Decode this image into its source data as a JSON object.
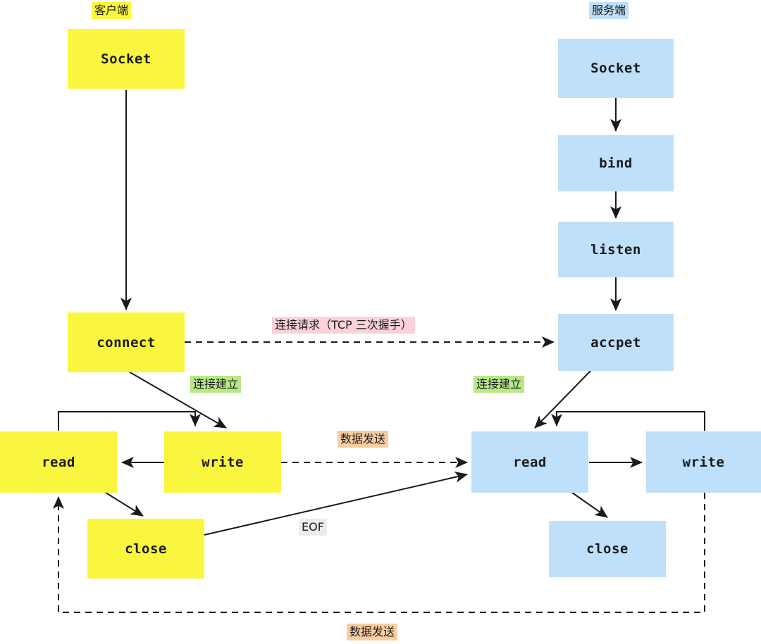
{
  "diagram": {
    "title": "Socket TCP client server flow",
    "colors": {
      "client_fill": "#faf63f",
      "server_fill": "#bfe0fb",
      "green_tag": "#b8e986",
      "pink_tag": "#fbd2d8",
      "orange_tag": "#f8cda0",
      "gray_tag": "#ececec",
      "line": "#1a1a1a"
    },
    "headers": {
      "client": "客户端",
      "server": "服务端"
    },
    "client_nodes": {
      "socket": "Socket",
      "connect": "connect",
      "read": "read",
      "write": "write",
      "close": "close"
    },
    "server_nodes": {
      "socket": "Socket",
      "bind": "bind",
      "listen": "listen",
      "accept": "accpet",
      "read": "read",
      "write": "write",
      "close": "close"
    },
    "edge_labels": {
      "connect_request": "连接请求（TCP 三次握手）",
      "connection_established_client": "连接建立",
      "connection_established_server": "连接建立",
      "data_send_top": "数据发送",
      "eof": "EOF",
      "data_send_bottom": "数据发送"
    }
  }
}
